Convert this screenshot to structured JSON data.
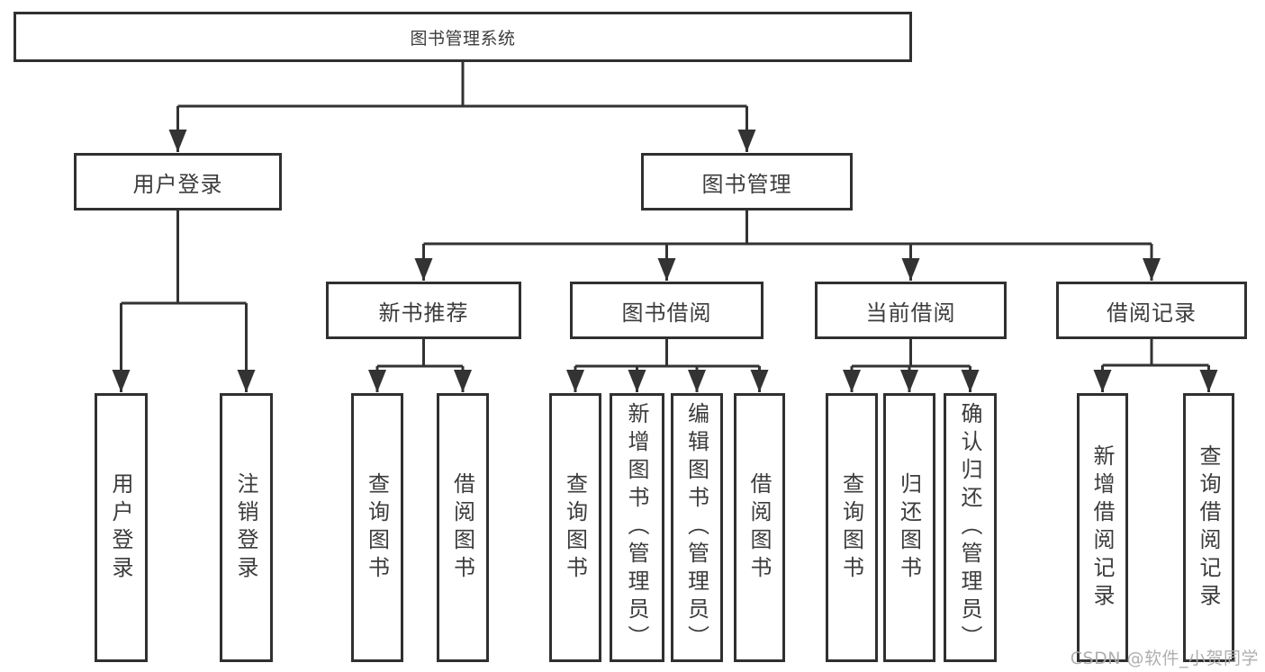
{
  "style": {
    "line_color": "#333333",
    "box_border_color": "#303030",
    "box_fill": "#ffffff",
    "text_color": "#3c3c3c",
    "watermark_color": "#ababab",
    "background": "#ffffff"
  },
  "tree": {
    "root": {
      "label": "图书管理系统",
      "children": [
        {
          "label": "用户登录",
          "children": [
            {
              "label": "用户登录"
            },
            {
              "label": "注销登录"
            }
          ]
        },
        {
          "label": "图书管理",
          "children": [
            {
              "label": "新书推荐",
              "children": [
                {
                  "label": "查询图书"
                },
                {
                  "label": "借阅图书"
                }
              ]
            },
            {
              "label": "图书借阅",
              "children": [
                {
                  "label": "查询图书"
                },
                {
                  "label": "新增图书（管理员）"
                },
                {
                  "label": "编辑图书（管理员）"
                },
                {
                  "label": "借阅图书"
                }
              ]
            },
            {
              "label": "当前借阅",
              "children": [
                {
                  "label": "查询图书"
                },
                {
                  "label": "归还图书"
                },
                {
                  "label": "确认归还（管理员）"
                }
              ]
            },
            {
              "label": "借阅记录",
              "children": [
                {
                  "label": "新增借阅记录"
                },
                {
                  "label": "查询借阅记录"
                }
              ]
            }
          ]
        }
      ]
    }
  },
  "watermark": {
    "text": "CSDN @软件_小贺同学"
  }
}
